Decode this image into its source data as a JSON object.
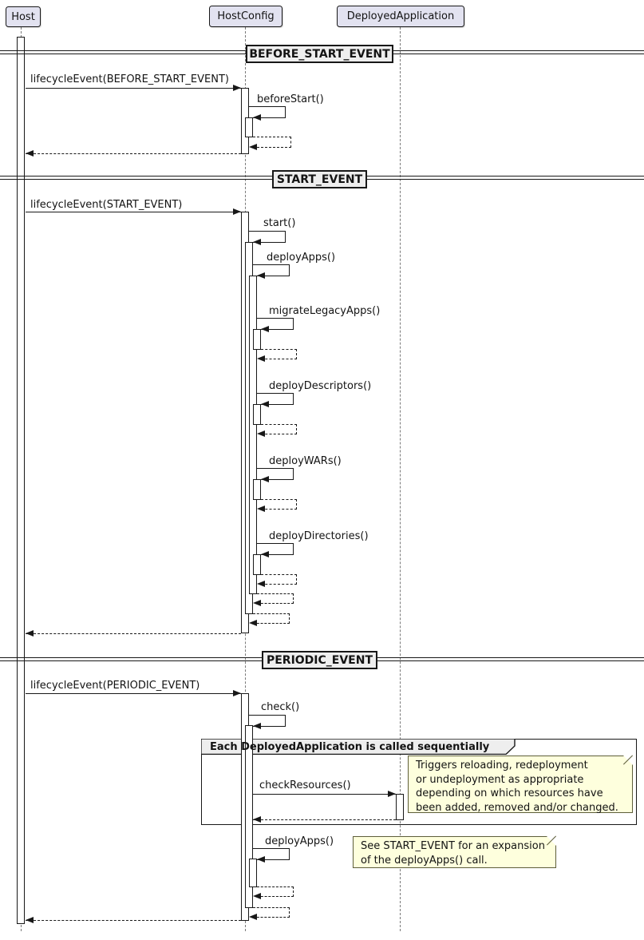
{
  "participants": [
    {
      "name": "Host"
    },
    {
      "name": "HostConfig"
    },
    {
      "name": "DeployedApplication"
    }
  ],
  "dividers": [
    {
      "label": "BEFORE_START_EVENT"
    },
    {
      "label": "START_EVENT"
    },
    {
      "label": "PERIODIC_EVENT"
    }
  ],
  "messages": {
    "lifecycle_before": "lifecycleEvent(BEFORE_START_EVENT)",
    "before_start": "beforeStart()",
    "lifecycle_start": "lifecycleEvent(START_EVENT)",
    "start": "start()",
    "deploy_apps": "deployApps()",
    "migrate_legacy_apps": "migrateLegacyApps()",
    "deploy_descriptors": "deployDescriptors()",
    "deploy_wars": "deployWARs()",
    "deploy_directories": "deployDirectories()",
    "lifecycle_periodic": "lifecycleEvent(PERIODIC_EVENT)",
    "check": "check()",
    "check_resources": "checkResources()",
    "deploy_apps_periodic": "deployApps()"
  },
  "frame": {
    "label": "Each DeployedApplication is called sequentially"
  },
  "notes": [
    {
      "lines": [
        "Triggers reloading, redeployment",
        "or undeployment as appropriate",
        "depending on which resources have",
        "been added, removed and/or changed."
      ]
    },
    {
      "lines": [
        "See START_EVENT for an expansion",
        "of the deployApps() call."
      ]
    }
  ],
  "colors": {
    "participant_fill": "#E2E2F0",
    "divider_fill": "#EEEEEE",
    "frame_label_fill": "#EEEEEE",
    "note_fill": "#FEFFDD",
    "line": "#181818"
  }
}
